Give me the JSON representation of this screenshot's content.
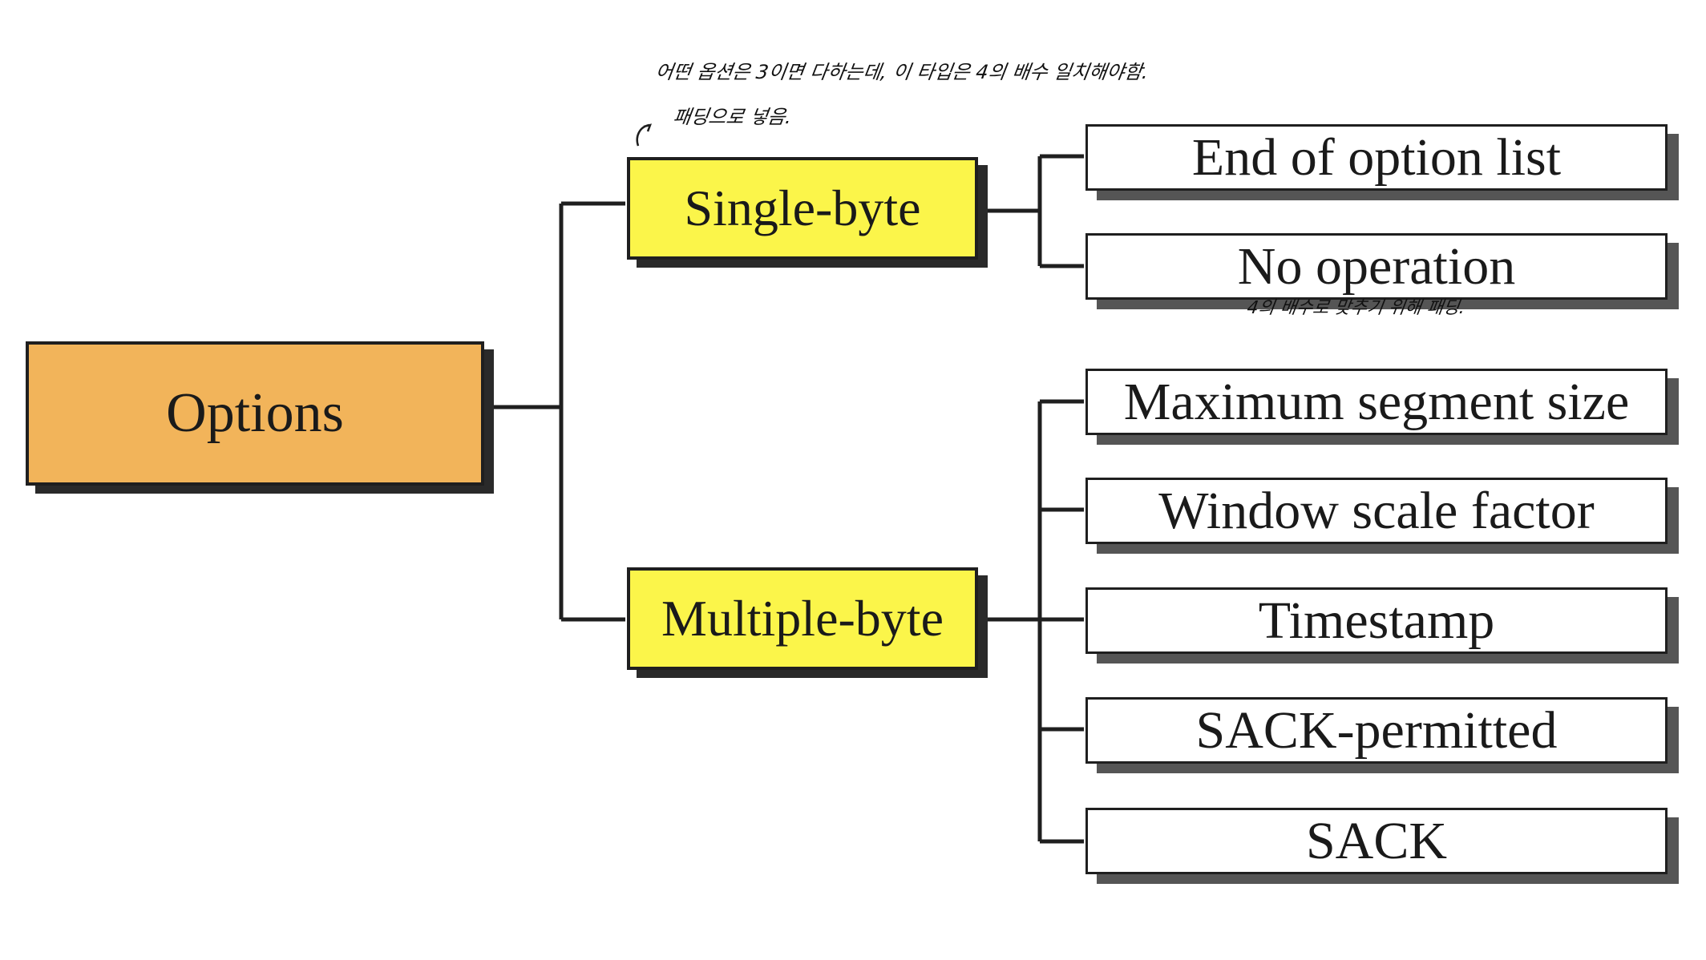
{
  "diagram": {
    "root": {
      "label": "Options"
    },
    "groups": [
      {
        "label": "Single-byte",
        "children": [
          "End of option list",
          "No operation"
        ]
      },
      {
        "label": "Multiple-byte",
        "children": [
          "Maximum segment size",
          "Window scale factor",
          "Timestamp",
          "SACK-permitted",
          "SACK"
        ]
      }
    ]
  },
  "annotations": {
    "single_byte_note_line1": "어떤 옵션은 3이면 다하는데, 이 타입은 4의 배수 일치해야함.",
    "single_byte_note_line2": "패딩으로 넣음.",
    "no_operation_note": "4의 배수로 맞추기 위해 패딩."
  }
}
